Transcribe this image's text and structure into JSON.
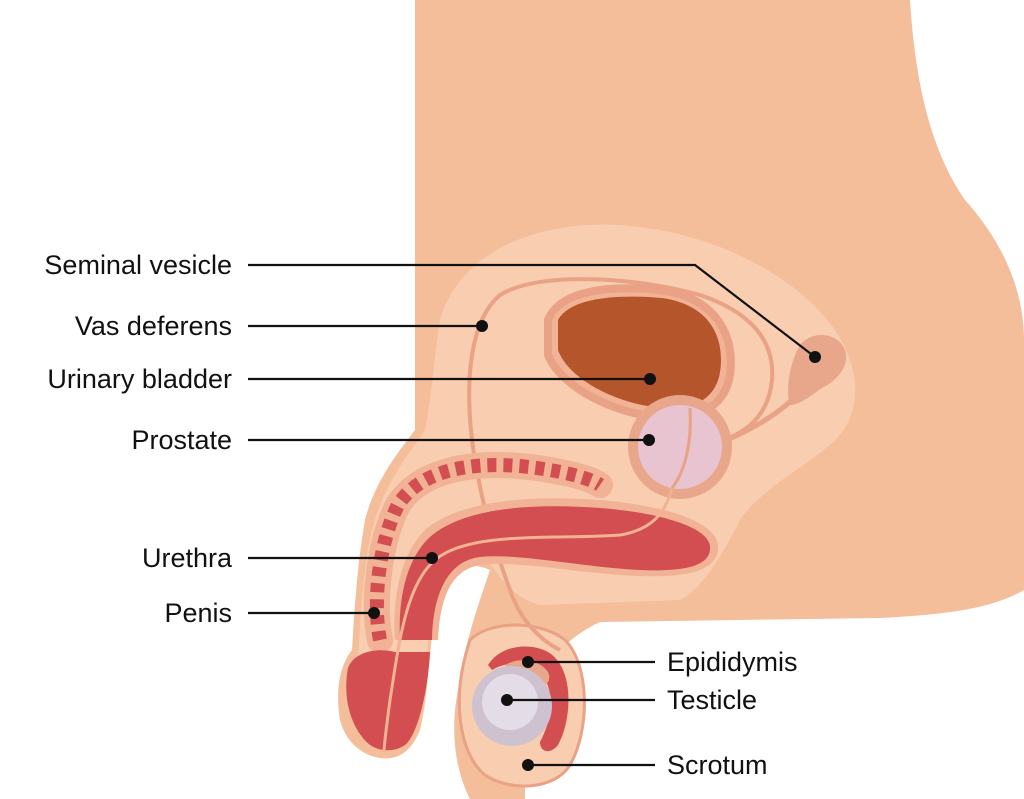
{
  "labels": {
    "seminal_vesicle": "Seminal vesicle",
    "vas_deferens": "Vas deferens",
    "urinary_bladder": "Urinary bladder",
    "prostate": "Prostate",
    "urethra": "Urethra",
    "penis": "Penis",
    "epididymis": "Epididymis",
    "testicle": "Testicle",
    "scrotum": "Scrotum"
  },
  "colors": {
    "skin": "#F5BE9A",
    "inner_tissue": "#F8CDB0",
    "membrane": "#E9A285",
    "bladder": "#B4552C",
    "prostate": "#E8C3D0",
    "erectile": "#D24E50",
    "testicle": "#D6CDD8",
    "line": "#111111"
  }
}
